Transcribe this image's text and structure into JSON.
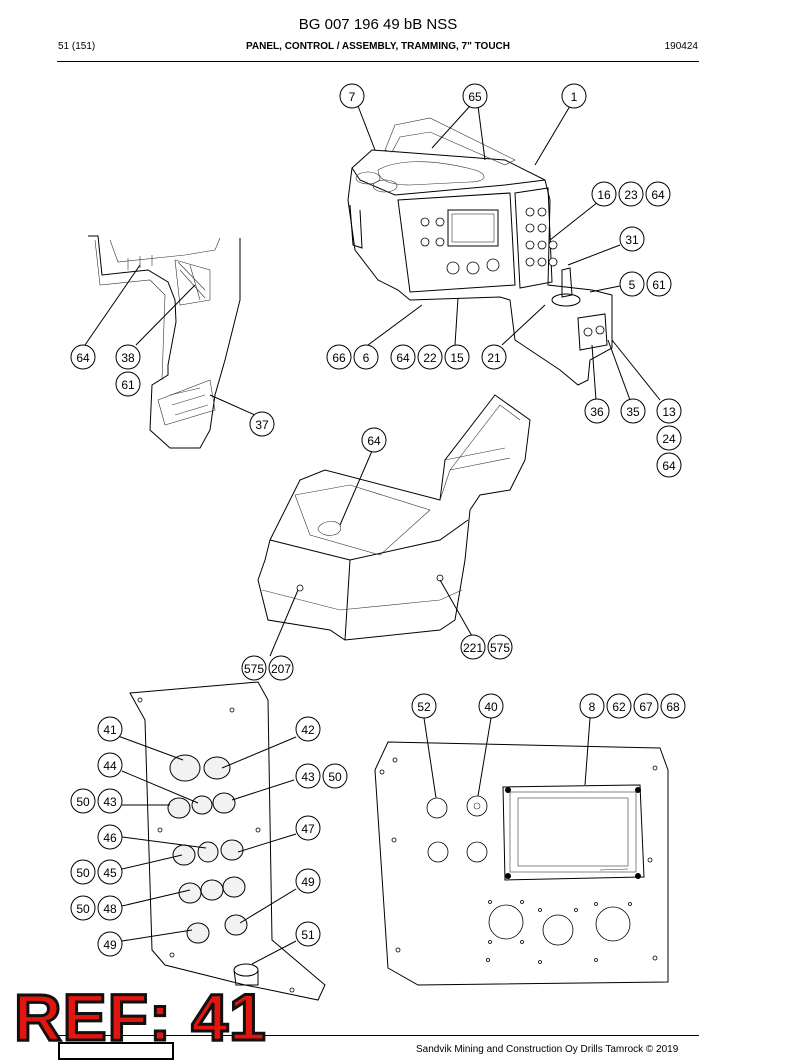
{
  "header": {
    "doc_number": "BG 007 196 49 bB NSS",
    "page": "51 (151)",
    "description": "PANEL, CONTROL / ASSEMBLY, TRAMMING, 7\" TOUCH",
    "date": "190424"
  },
  "footer": {
    "copyright": "Sandvik Mining and Construction Oy Drills Tamrock © 2019"
  },
  "stamp": "REF: 41",
  "balloons": [
    "7",
    "65",
    "1",
    "16",
    "23",
    "64",
    "31",
    "5",
    "61",
    "64",
    "38",
    "61",
    "66",
    "6",
    "64",
    "22",
    "15",
    "21",
    "36",
    "35",
    "13",
    "24",
    "64",
    "37",
    "64",
    "221",
    "575",
    "575",
    "207",
    "52",
    "40",
    "8",
    "62",
    "67",
    "68",
    "41",
    "42",
    "44",
    "43",
    "50",
    "50",
    "43",
    "46",
    "47",
    "50",
    "45",
    "49",
    "50",
    "48",
    "49",
    "51"
  ]
}
